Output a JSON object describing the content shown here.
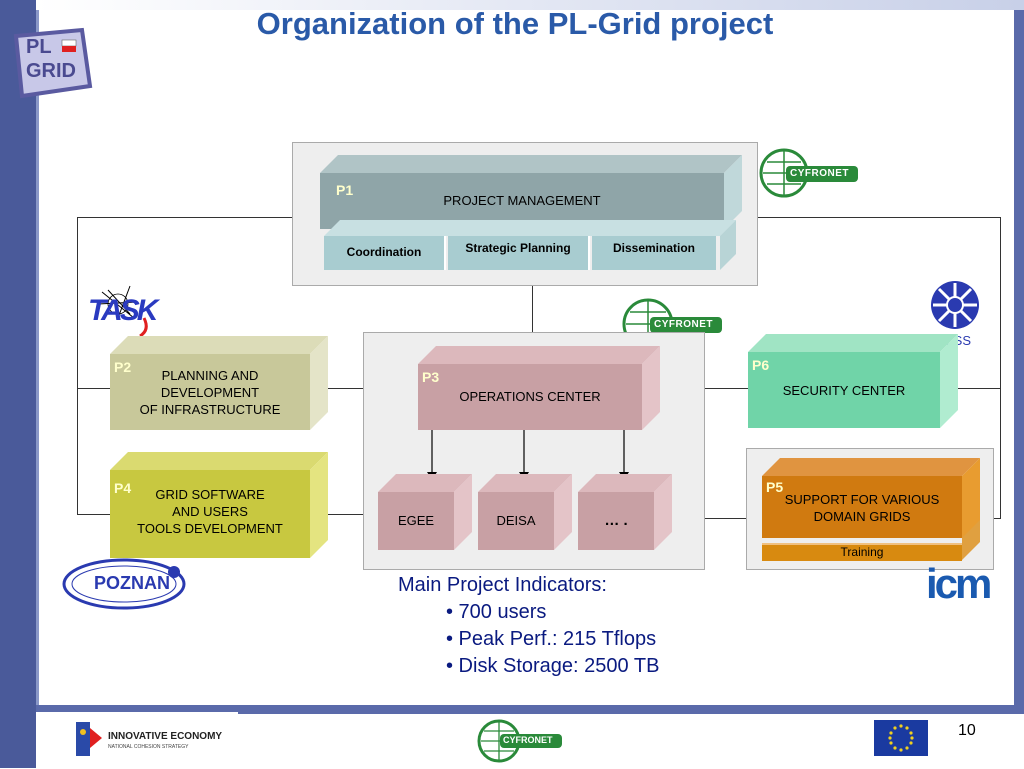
{
  "slide": {
    "title": "Organization of the PL-Grid project",
    "page_number": "10"
  },
  "logos": {
    "plgrid": {
      "line1": "PL",
      "line2": "GRID"
    },
    "cyfronet": "CYFRONET",
    "wcss": "WCSS",
    "tak": "TASK",
    "poznan": "POZNAN",
    "icm": "icm",
    "innovative": {
      "main": "INNOVATIVE ECONOMY",
      "sub": "NATIONAL COHESION STRATEGY"
    }
  },
  "boxes": {
    "p1": {
      "label": "P1",
      "text": "PROJECT MANAGEMENT"
    },
    "coordination": "Coordination",
    "strategic": "Strategic Planning",
    "dissemination": "Dissemination",
    "p2": {
      "label": "P2",
      "line1": "PLANNING AND",
      "line2": "DEVELOPMENT",
      "line3": "OF INFRASTRUCTURE"
    },
    "p3": {
      "label": "P3",
      "text": "OPERATIONS CENTER"
    },
    "p4": {
      "label": "P4",
      "line1": "GRID SOFTWARE",
      "line2": "AND USERS",
      "line3": "TOOLS DEVELOPMENT"
    },
    "p5": {
      "label": "P5",
      "line1": "SUPPORT FOR VARIOUS",
      "line2": "DOMAIN GRIDS"
    },
    "training": "Training",
    "p6": {
      "label": "P6",
      "text": "SECURITY CENTER"
    },
    "egee": "EGEE",
    "deisa": "DEISA",
    "more": "… ."
  },
  "indicators": {
    "heading": "Main Project Indicators:",
    "items": [
      "• 700 users",
      "• Peak Perf.:  215 Tflops",
      "• Disk Storage: 2500 TB"
    ]
  },
  "colors": {
    "title": "#2a5aa8",
    "p1": "#8fa5a8",
    "subbox": "#a8ccd0",
    "p2": "#c8c89a",
    "p3": "#c8a0a4",
    "p4": "#c8c840",
    "p5": "#d07a10",
    "p6": "#70d4a8",
    "egee": "#c8a0a4"
  }
}
